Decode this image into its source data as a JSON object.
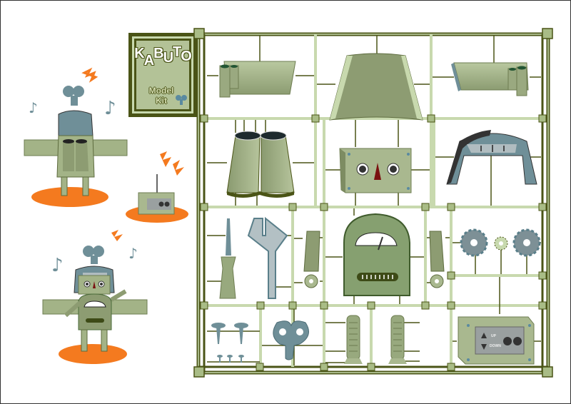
{
  "title": {
    "letters": [
      "K",
      "A",
      "B",
      "U",
      "T",
      "O"
    ],
    "subtitle_line1": "Model",
    "subtitle_line2": "Kit"
  },
  "remote": {
    "up_label": "UP",
    "down_label": "DOWN"
  },
  "colors": {
    "sprue_dark": "#4a5416",
    "sprue_light": "#c8d9ae",
    "part_green": "#a3b387",
    "part_blue": "#6f8f98",
    "accent_orange": "#f47a1f",
    "eye_red": "#7a1010"
  },
  "parts": [
    "arm-left",
    "chest-plate",
    "arm-right",
    "leg-barrels",
    "face-plate",
    "helmet",
    "screwdriver",
    "wrench",
    "hand-left",
    "torso-gauge",
    "hand-right",
    "gears",
    "screws",
    "wind-up-key",
    "foot-left",
    "foot-right",
    "remote-control"
  ]
}
